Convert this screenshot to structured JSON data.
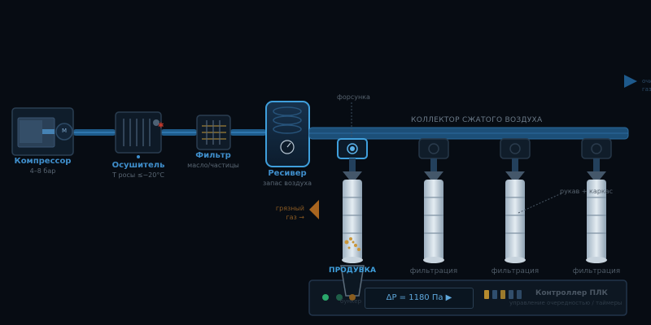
{
  "compressor": {
    "title": "Компрессор",
    "subtitle": "4–8 бар",
    "motor_label": "M"
  },
  "dryer": {
    "title": "Осушитель",
    "subtitle": "T росы ≤−20°C"
  },
  "filter": {
    "title": "Фильтр",
    "subtitle": "масло/частицы"
  },
  "receiver": {
    "title": "Ресивер",
    "subtitle": "запас воздуха"
  },
  "header": {
    "label": "КОЛЛЕКТОР СЖАТОГО ВОЗДУХА",
    "nozzle_label": "форсунка"
  },
  "dirty_gas": {
    "line1": "грязный",
    "line2": "газ →"
  },
  "sleeve_label": "рукав + каркас",
  "clean_gas": {
    "line1": "очищ.",
    "line2": "газ"
  },
  "sleeves": [
    {
      "state": "ПРОДУВКА",
      "active": true
    },
    {
      "state": "фильтрация",
      "active": false
    },
    {
      "state": "фильтрация",
      "active": false
    },
    {
      "state": "фильтрация",
      "active": false
    }
  ],
  "hopper_label": "бункер",
  "plc": {
    "title": "Контроллер ПЛК",
    "subtitle": "управление очередностью / таймеры",
    "dp_readout": "ΔP = 1180 Па ▶",
    "indicator_colors": [
      "#2aa86b",
      "#1f5e48",
      "#8a5d1f"
    ],
    "bar_colors": [
      "#b58a2e",
      "#2f4e6e",
      "#9c7a2c",
      "#324e6b",
      "#2d4864"
    ]
  },
  "colors": {
    "accent": "#3f9fdc",
    "pipe": "#1e5b8a",
    "dust": "#c9963a",
    "dirty_arrow": "#a8651f"
  }
}
